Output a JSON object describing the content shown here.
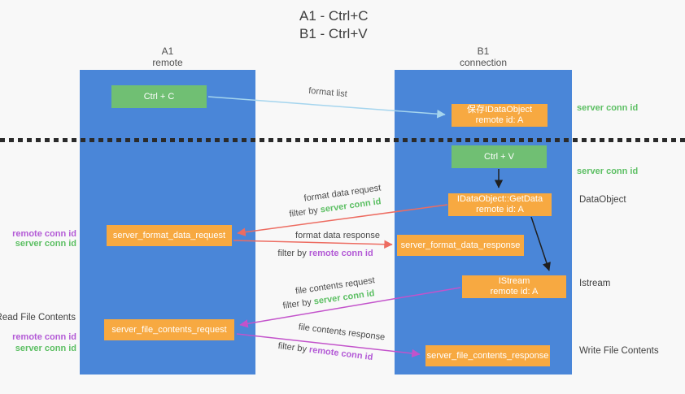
{
  "title": {
    "line1": "A1 - Ctrl+C",
    "line2": "B1 - Ctrl+V"
  },
  "columns": {
    "a1": {
      "name": "A1",
      "role": "remote"
    },
    "b1": {
      "name": "B1",
      "role": "connection"
    }
  },
  "nodes": {
    "ctrl_c": {
      "label": "Ctrl + C"
    },
    "save_dataobject": {
      "line1": "保存IDataObject",
      "line2": "remote id: A"
    },
    "ctrl_v": {
      "label": "Ctrl + V"
    },
    "getdata": {
      "line1": "IDataObject::GetData",
      "line2": "remote id: A"
    },
    "format_request": {
      "label": "server_format_data_request"
    },
    "format_response": {
      "label": "server_format_data_response"
    },
    "istream": {
      "line1": "IStream",
      "line2": "remote id: A"
    },
    "file_request": {
      "label": "server_file_contents_request"
    },
    "file_response": {
      "label": "server_file_contents_response"
    }
  },
  "arrow_labels": {
    "format_list": "format list",
    "format_data_request": "format data request",
    "format_data_response": "format data response",
    "file_contents_request": "file contents request",
    "file_contents_response": "file contents response",
    "filter_by": "filter by",
    "server_conn_id": "server conn id",
    "remote_conn_id": "remote conn id"
  },
  "side_labels": {
    "server_conn_id_top": "server conn id",
    "server_conn_id_mid": "server conn id",
    "data_object": "DataObject",
    "istream": "Istream",
    "write_file_contents": "Write File Contents",
    "read_file_contents": "Read File Contents",
    "remote_conn_id_1": "remote conn id",
    "server_conn_id_1": "server conn id",
    "remote_conn_id_2": "remote conn id",
    "server_conn_id_2": "server conn id"
  },
  "colors": {
    "column_blue": "#4a86d8",
    "box_green": "#70bf73",
    "box_orange": "#f7a941",
    "arrow_light_blue": "#a5d5ee",
    "arrow_red": "#ed6c61",
    "arrow_magenta": "#c353cb",
    "arrow_black": "#1f1f1f",
    "text_green": "#5cbf63",
    "text_purple": "#b35ad6"
  }
}
